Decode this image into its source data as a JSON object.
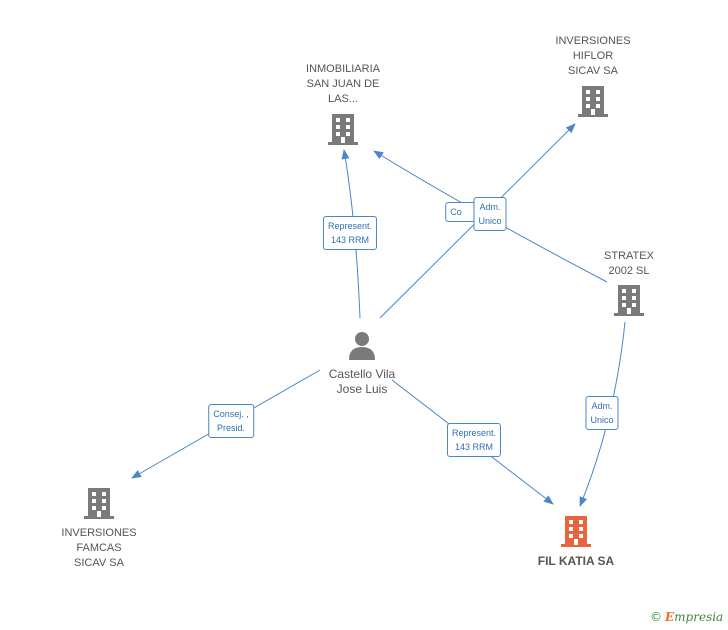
{
  "nodes": {
    "inmobiliaria": {
      "lines": [
        "INMOBILIARIA",
        "SAN JUAN DE",
        "LAS..."
      ],
      "kind": "company"
    },
    "hiflor": {
      "lines": [
        "INVERSIONES",
        "HIFLOR",
        "SICAV SA"
      ],
      "kind": "company"
    },
    "stratex": {
      "lines": [
        "STRATEX",
        "2002 SL"
      ],
      "kind": "company"
    },
    "person": {
      "lines": [
        "Castello Vila",
        "Jose Luis"
      ],
      "kind": "person"
    },
    "famcas": {
      "lines": [
        "INVERSIONES",
        "FAMCAS",
        "SICAV SA"
      ],
      "kind": "company"
    },
    "filkatia": {
      "lines": [
        "FIL KATIA SA"
      ],
      "kind": "focus-company"
    }
  },
  "edge_labels": {
    "represent_top": [
      "Represent.",
      "143 RRM"
    ],
    "consej_hidden": [
      "Co"
    ],
    "adm_unico_top": [
      "Adm.",
      "Unico"
    ],
    "consej_presid": [
      "Consej. ,",
      "Presid."
    ],
    "represent_bottom": [
      "Represent.",
      "143 RRM"
    ],
    "adm_unico_right": [
      "Adm.",
      "Unico"
    ]
  },
  "colors": {
    "edge": "#4a86c8",
    "company_icon": "#7a7a7a",
    "focus_icon": "#e8643c",
    "person_icon": "#7a7a7a"
  },
  "credit": {
    "symbol": "©",
    "brand_first": "E",
    "brand_rest": "mpresia"
  }
}
